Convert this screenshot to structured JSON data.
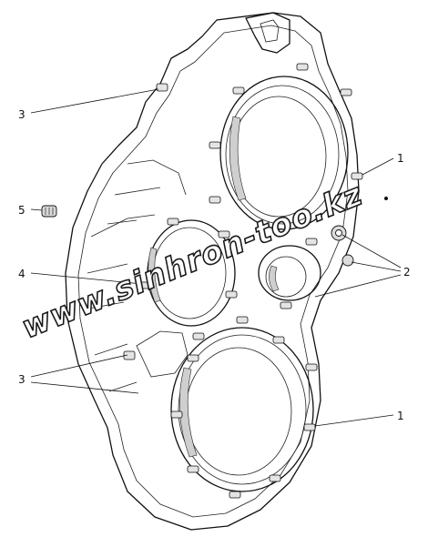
{
  "watermark": {
    "text": "www.sinhron-too.kz"
  },
  "callouts": [
    {
      "id": "c3a",
      "text": "3"
    },
    {
      "id": "c5",
      "text": "5"
    },
    {
      "id": "c4",
      "text": "4"
    },
    {
      "id": "c3b",
      "text": "3"
    },
    {
      "id": "c1a",
      "text": "1"
    },
    {
      "id": "c2",
      "text": "2"
    },
    {
      "id": "c1b",
      "text": "1"
    }
  ],
  "colors": {
    "line": "#111111",
    "shade": "#cfcfcf",
    "paper": "#ffffff"
  }
}
